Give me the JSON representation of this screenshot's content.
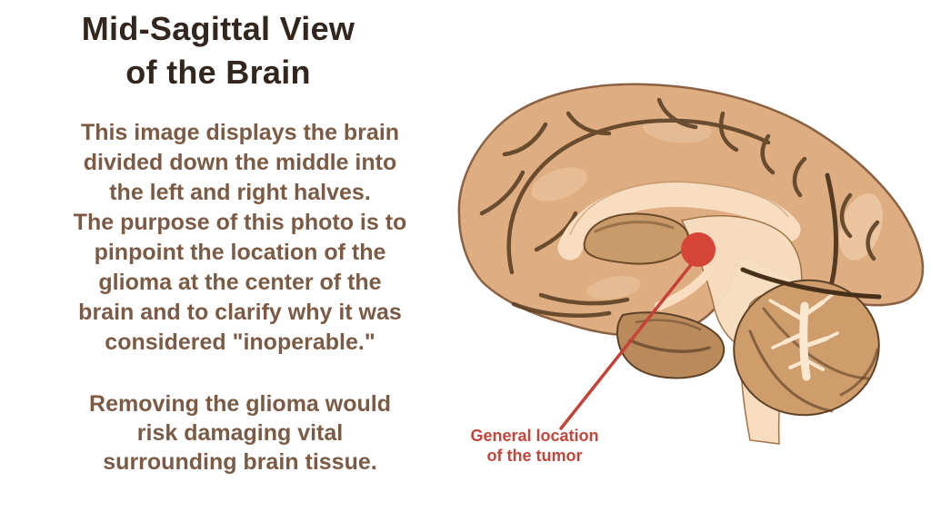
{
  "title": {
    "text": "Mid-Sagittal View\nof the Brain"
  },
  "description": {
    "paragraph1": "This image displays the brain\ndivided down the middle into\nthe left and right halves.\nThe purpose of this photo is to\npinpoint the location of the\nglioma at the center of the\nbrain and to clarify why it was\nconsidered \"inoperable.\"",
    "paragraph2": "Removing the glioma would\nrisk damaging vital\nsurrounding brain tissue."
  },
  "annotation": {
    "tumor_label": "General location\nof the tumor"
  },
  "colors": {
    "title_text": "#33261e",
    "body_text": "#7b5b45",
    "annotation_red": "#c5453b",
    "tumor_dot_red": "#d64438",
    "cortex_tan": "#dfad82",
    "inner_cream": "#f8ddc0",
    "sulci_brown": "#5d4126",
    "background": "#ffffff"
  }
}
